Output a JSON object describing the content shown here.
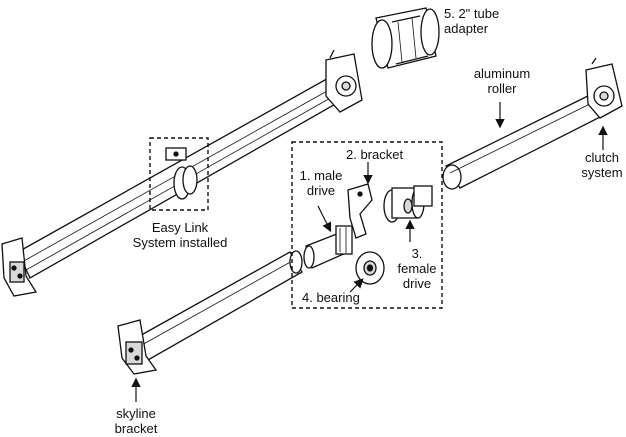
{
  "labels": {
    "tube_adapter": "5. 2\" tube\nadapter",
    "aluminum_roller": "aluminum\nroller",
    "clutch_system": "clutch\nsystem",
    "bracket": "2. bracket",
    "male_drive": "1. male\ndrive",
    "female_drive": "3.\nfemale\ndrive",
    "bearing": "4. bearing",
    "easy_link": "Easy Link\nSystem installed",
    "skyline_bracket": "skyline\nbracket"
  },
  "colors": {
    "line": "#111111",
    "fill": "#ffffff",
    "shade": "#d9d9d9"
  }
}
